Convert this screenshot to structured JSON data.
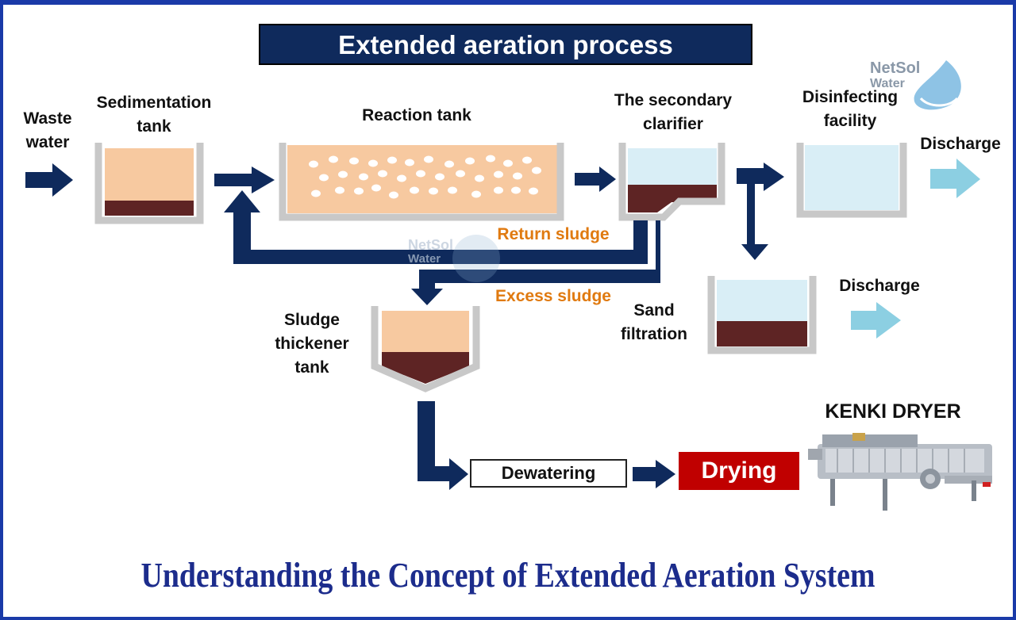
{
  "title": "Extended aeration process",
  "labels": {
    "waste_water_1": "Waste",
    "waste_water_2": "water",
    "sedimentation_1": "Sedimentation",
    "sedimentation_2": "tank",
    "reaction": "Reaction tank",
    "clarifier_1": "The secondary",
    "clarifier_2": "clarifier",
    "disinfecting_1": "Disinfecting",
    "disinfecting_2": "facility",
    "discharge_top": "Discharge",
    "discharge_mid": "Discharge",
    "return_sludge": "Return sludge",
    "excess_sludge": "Excess sludge",
    "sand_1": "Sand",
    "sand_2": "filtration",
    "thickener_1": "Sludge",
    "thickener_2": "thickener",
    "thickener_3": "tank",
    "dewatering": "Dewatering",
    "drying": "Drying",
    "kenki": "KENKI DRYER"
  },
  "logo": {
    "line1": "NetSol",
    "line2": "Water"
  },
  "bottom_title": "Understanding the Concept of Extended Aeration System",
  "colors": {
    "arrow_navy": "#0f2a5c",
    "arrow_light": "#8ccfe2",
    "tank_wall": "#c8c8c8",
    "sludge": "#5e2424",
    "mixed_liquor": "#f7c9a0",
    "clear_water": "#d9eef6",
    "accent_orange": "#e07a10",
    "drying_red": "#c00000",
    "title_navy": "#0f2a5c"
  }
}
